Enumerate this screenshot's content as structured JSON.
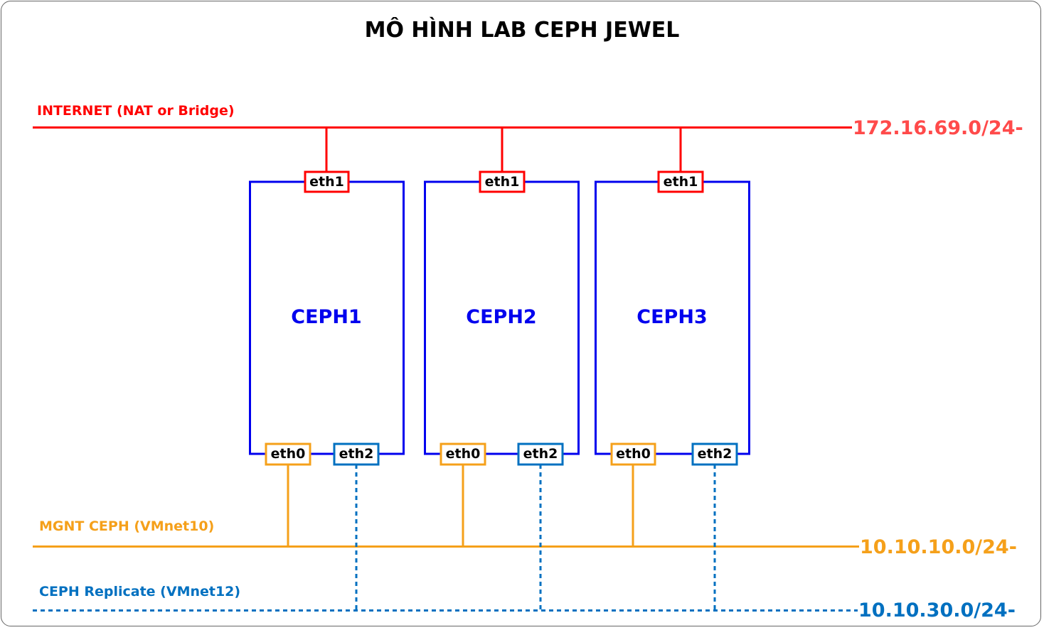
{
  "title": "MÔ HÌNH LAB CEPH JEWEL",
  "colors": {
    "internet": "#ff0000",
    "internet_subnet": "#ff4a4a",
    "mgnt": "#f5a01a",
    "replicate": "#0070c0",
    "node": "#0000ee"
  },
  "networks": {
    "internet": {
      "label": "INTERNET (NAT or Bridge)",
      "subnet": "172.16.69.0/24-"
    },
    "mgnt": {
      "label": "MGNT CEPH (VMnet10)",
      "subnet": "10.10.10.0/24-"
    },
    "replicate": {
      "label": "CEPH Replicate (VMnet12)",
      "subnet": "10.10.30.0/24-"
    }
  },
  "nodes": [
    {
      "name": "CEPH1",
      "eth1": "eth1",
      "eth0": "eth0",
      "eth2": "eth2"
    },
    {
      "name": "CEPH2",
      "eth1": "eth1",
      "eth0": "eth0",
      "eth2": "eth2"
    },
    {
      "name": "CEPH3",
      "eth1": "eth1",
      "eth0": "eth0",
      "eth2": "eth2"
    }
  ]
}
